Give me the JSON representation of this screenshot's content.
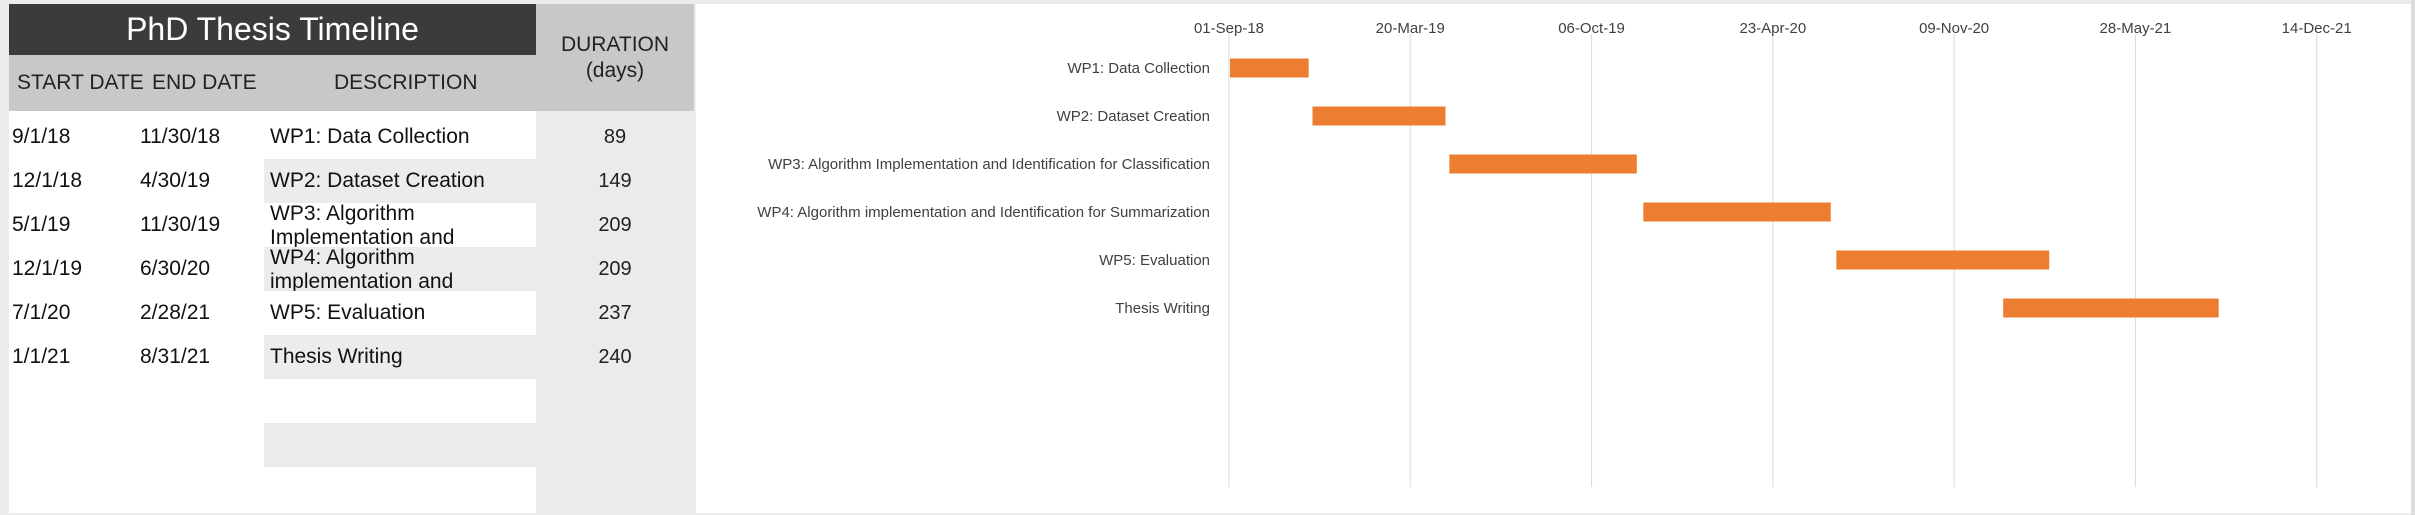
{
  "table": {
    "title": "PhD Thesis Timeline",
    "headers": {
      "start": "START DATE",
      "end": "END DATE",
      "description": "DESCRIPTION",
      "duration_line1": "DURATION",
      "duration_line2": "(days)"
    },
    "rows": [
      {
        "start": "9/1/18",
        "end": "11/30/18",
        "description": "WP1: Data Collection",
        "duration": "89"
      },
      {
        "start": "12/1/18",
        "end": "4/30/19",
        "description": "WP2: Dataset Creation",
        "duration": "149"
      },
      {
        "start": "5/1/19",
        "end": "11/30/19",
        "description": "WP3: Algorithm Implementation and Identification for Classification",
        "duration": "209"
      },
      {
        "start": "12/1/19",
        "end": "6/30/20",
        "description": "WP4: Algorithm implementation and Identification for Summarization",
        "duration": "209"
      },
      {
        "start": "7/1/20",
        "end": "2/28/21",
        "description": "WP5: Evaluation",
        "duration": "237"
      },
      {
        "start": "1/1/21",
        "end": "8/31/21",
        "description": "Thesis Writing",
        "duration": "240"
      }
    ]
  },
  "chart_data": {
    "type": "bar",
    "orientation": "horizontal-gantt",
    "x_tick_labels": [
      "01-Sep-18",
      "20-Mar-19",
      "06-Oct-19",
      "23-Apr-20",
      "09-Nov-20",
      "28-May-21",
      "14-Dec-21"
    ],
    "x_ticks": [
      "2018-09-01",
      "2019-03-20",
      "2019-10-06",
      "2020-04-23",
      "2020-11-09",
      "2021-05-28",
      "2021-12-14"
    ],
    "xlim": [
      "2018-09-01",
      "2022-01-01"
    ],
    "categories": [
      "WP1: Data Collection",
      "WP2: Dataset Creation",
      "WP3: Algorithm Implementation and Identification for Classification",
      "WP4: Algorithm implementation and Identification for Summarization",
      "WP5: Evaluation",
      "Thesis Writing"
    ],
    "start": [
      "2018-09-01",
      "2018-12-01",
      "2019-05-01",
      "2019-12-01",
      "2020-07-01",
      "2021-01-01"
    ],
    "duration_days": [
      89,
      149,
      209,
      209,
      237,
      240
    ],
    "bar_color": "#ed7d31",
    "grid": "vertical",
    "legend": "none"
  }
}
